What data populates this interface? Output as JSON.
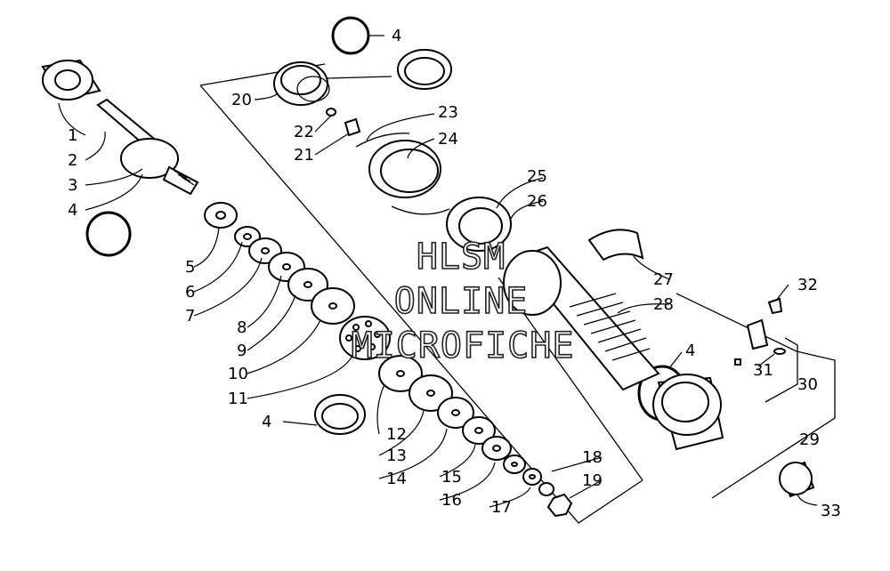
{
  "watermark": {
    "line1": "HLSM",
    "line2": "ONLINE",
    "line3": "MICROFICHE"
  },
  "callouts": [
    {
      "id": "c1",
      "text": "1"
    },
    {
      "id": "c2",
      "text": "2"
    },
    {
      "id": "c3",
      "text": "3"
    },
    {
      "id": "c4a",
      "text": "4"
    },
    {
      "id": "c4b",
      "text": "4"
    },
    {
      "id": "c4c",
      "text": "4"
    },
    {
      "id": "c4d",
      "text": "4"
    },
    {
      "id": "c5",
      "text": "5"
    },
    {
      "id": "c6",
      "text": "6"
    },
    {
      "id": "c7",
      "text": "7"
    },
    {
      "id": "c8",
      "text": "8"
    },
    {
      "id": "c9",
      "text": "9"
    },
    {
      "id": "c10",
      "text": "10"
    },
    {
      "id": "c11",
      "text": "11"
    },
    {
      "id": "c12",
      "text": "12"
    },
    {
      "id": "c13",
      "text": "13"
    },
    {
      "id": "c14",
      "text": "14"
    },
    {
      "id": "c15",
      "text": "15"
    },
    {
      "id": "c16",
      "text": "16"
    },
    {
      "id": "c17",
      "text": "17"
    },
    {
      "id": "c18",
      "text": "18"
    },
    {
      "id": "c19",
      "text": "19"
    },
    {
      "id": "c20",
      "text": "20"
    },
    {
      "id": "c21",
      "text": "21"
    },
    {
      "id": "c22",
      "text": "22"
    },
    {
      "id": "c23",
      "text": "23"
    },
    {
      "id": "c24",
      "text": "24"
    },
    {
      "id": "c25",
      "text": "25"
    },
    {
      "id": "c26",
      "text": "26"
    },
    {
      "id": "c27",
      "text": "27"
    },
    {
      "id": "c28",
      "text": "28"
    },
    {
      "id": "c29",
      "text": "29"
    },
    {
      "id": "c30",
      "text": "30"
    },
    {
      "id": "c31",
      "text": "31"
    },
    {
      "id": "c32",
      "text": "32"
    },
    {
      "id": "c33",
      "text": "33"
    }
  ]
}
